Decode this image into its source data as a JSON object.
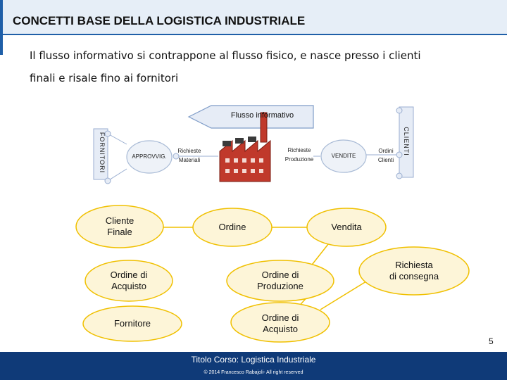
{
  "header": {
    "title": "CONCETTI BASE DELLA LOGISTICA INDUSTRIALE",
    "subtitle_line1": "Il flusso informativo si contrappone al flusso fisico, e nasce presso i clienti",
    "subtitle_line2": "finali e risale fino ai fornitori"
  },
  "diagram": {
    "flow_label": "Flusso informativo",
    "fornitori": "FORNITORI",
    "clienti": "CLIENTI",
    "approvvig": "APPROVVIG.",
    "richieste_materiali_1": "Richieste",
    "richieste_materiali_2": "Materiali",
    "richieste_produzione_1": "Richieste",
    "richieste_produzione_2": "Produzione",
    "vendite": "VENDITE",
    "ordini_clienti_1": "Ordini",
    "ordini_clienti_2": "Clienti"
  },
  "flow_items": {
    "cliente_finale": [
      "Cliente",
      "Finale"
    ],
    "ordine": "Ordine",
    "vendita": "Vendita",
    "ordine_di_acquisto_left": [
      "Ordine di",
      "Acquisto"
    ],
    "ordine_di_produzione": [
      "Ordine di",
      "Produzione"
    ],
    "richiesta_di_consegna": [
      "Richiesta",
      "di consegna"
    ],
    "fornitore": "Fornitore",
    "ordine_di_acquisto_right": [
      "Ordine di",
      "Acquisto"
    ]
  },
  "footer": {
    "course_title": "Titolo Corso: Logistica Industriale",
    "copyright": "© 2014 Francesco Rabajoli- All right reserved",
    "page_number": "5"
  },
  "colors": {
    "header_blue": "#1f5fa8",
    "footer_navy": "#0f3a78",
    "ellipse_fill": "#fdf5d8",
    "ellipse_stroke": "#f0c000",
    "arrow_fill": "#e6ecf6",
    "factory_red": "#c0392b"
  }
}
